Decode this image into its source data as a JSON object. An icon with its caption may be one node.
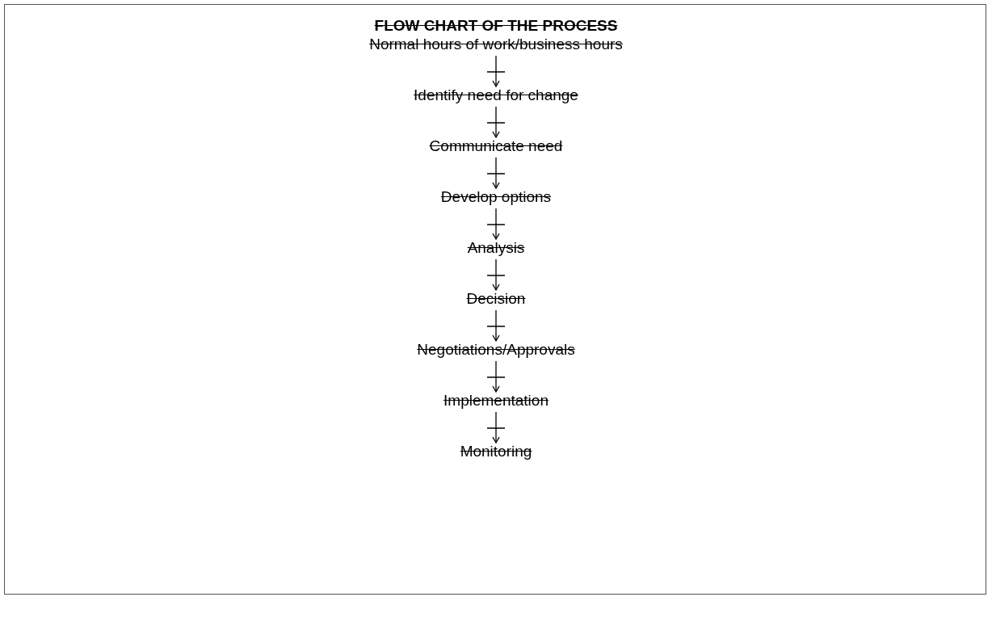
{
  "diagram": {
    "title": "FLOW CHART OF THE PROCESS",
    "nodes": [
      {
        "text": [
          "Normal hours of work/business hours"
        ]
      },
      {
        "text": [
          "Identify need for change"
        ]
      },
      {
        "text": [
          "Communicate need"
        ]
      },
      {
        "text": [
          "Develop options"
        ]
      },
      {
        "text": [
          "Analysis"
        ]
      },
      {
        "text": [
          "Decision"
        ]
      },
      {
        "text": [
          "Negotiations/Approvals"
        ]
      },
      {
        "text": [
          "Implementation"
        ]
      },
      {
        "text": [
          "Monitoring"
        ]
      }
    ],
    "edges": [
      {
        "from": 0,
        "to": 1,
        "arrow": "to"
      },
      {
        "from": 1,
        "to": 2,
        "arrow": "to"
      },
      {
        "from": 2,
        "to": 3,
        "arrow": "to"
      },
      {
        "from": 3,
        "to": 4,
        "arrow": "to"
      },
      {
        "from": 4,
        "to": 5,
        "arrow": "to"
      },
      {
        "from": 5,
        "to": 6,
        "arrow": "to"
      },
      {
        "from": 6,
        "to": 7,
        "arrow": "to"
      },
      {
        "from": 7,
        "to": 8,
        "arrow": "to"
      }
    ]
  }
}
